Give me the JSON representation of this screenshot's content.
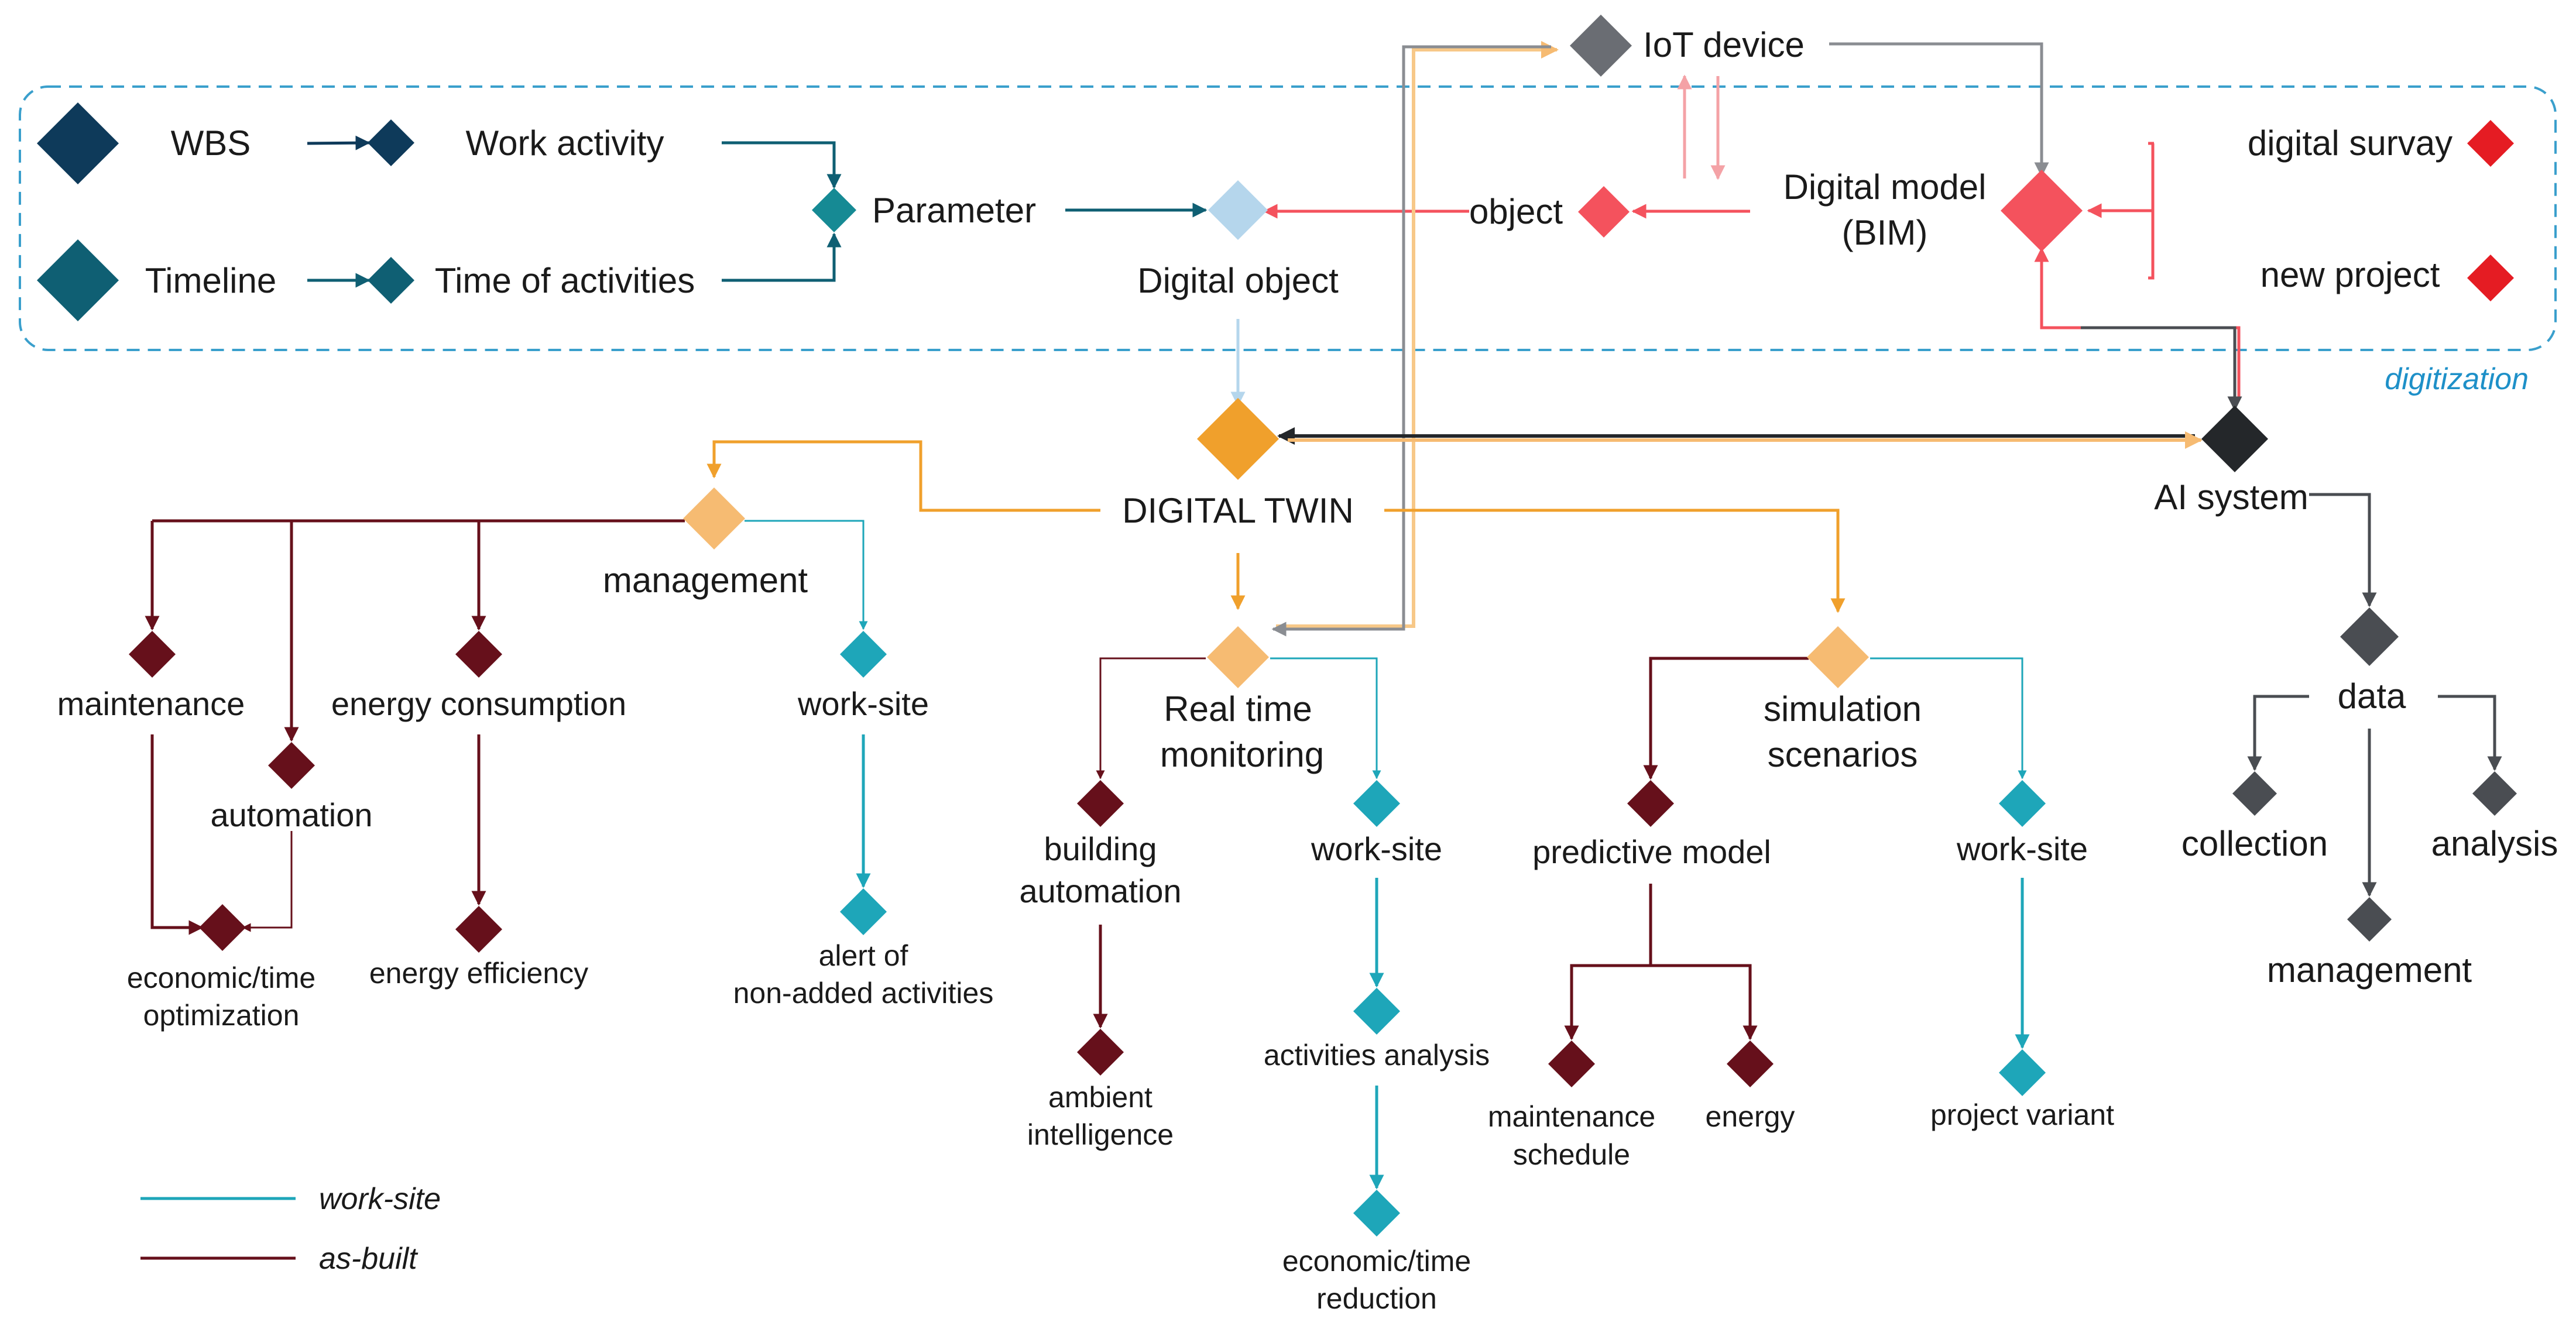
{
  "colors": {
    "navy": "#0e3a5a",
    "teal_dark": "#0f5f73",
    "teal": "#1e98a8",
    "teal_bright": "#1ea6b9",
    "light_blue": "#b5d6ec",
    "red": "#f4525d",
    "red_bright": "#e51c23",
    "red_light": "#f4a2a6",
    "gray": "#6a6d73",
    "gray_mid": "#8a8d92",
    "dark": "#24272a",
    "orange": "#f0a02c",
    "orange_light": "#f6bb72",
    "orange_pale": "#f7c888",
    "maroon": "#66101b",
    "digitization_border": "#3a9fcc"
  },
  "nodes": {
    "wbs": "WBS",
    "work_activity": "Work activity",
    "timeline": "Timeline",
    "time_of_activities": "Time of activities",
    "parameter": "Parameter",
    "digital_object": "Digital object",
    "object": "object",
    "iot_device": "IoT device",
    "digital_model_1": "Digital model",
    "digital_model_2": "(BIM)",
    "digital_survey": "digital survay",
    "new_project": "new project",
    "digitization": "digitization",
    "digital_twin": "DIGITAL TWIN",
    "ai_system": "AI system",
    "management": "management",
    "maintenance": "maintenance",
    "automation": "automation",
    "energy_consumption": "energy consumption",
    "economic_time_optimization_1": "economic/time",
    "economic_time_optimization_2": "optimization",
    "energy_efficiency": "energy efficiency",
    "worksite_mgmt": "work-site",
    "alert_1": "alert of",
    "alert_2": "non-added activities",
    "real_time_1": "Real time",
    "real_time_2": "monitoring",
    "building_automation_1": "building",
    "building_automation_2": "automation",
    "ambient_intelligence_1": "ambient",
    "ambient_intelligence_2": "intelligence",
    "worksite_rt": "work-site",
    "activities_analysis": "activities analysis",
    "economic_time_reduction_1": "economic/time",
    "economic_time_reduction_2": "reduction",
    "simulation_1": "simulation",
    "simulation_2": "scenarios",
    "predictive_model": "predictive model",
    "maintenance_schedule_1": "maintenance",
    "maintenance_schedule_2": "schedule",
    "energy": "energy",
    "worksite_sim": "work-site",
    "project_variant": "project variant",
    "data": "data",
    "collection": "collection",
    "analysis": "analysis",
    "data_management": "management"
  },
  "legend": {
    "worksite": "work-site",
    "as_built": "as-built"
  }
}
